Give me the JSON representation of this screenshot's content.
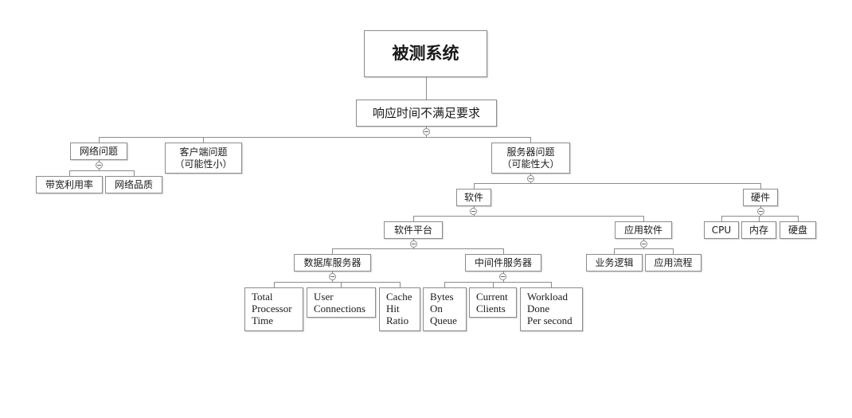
{
  "nodes": {
    "root": "被测系统",
    "response": "响应时间不满足要求",
    "network": "网络问题",
    "client": "客户端问题\n（可能性小）",
    "server": "服务器问题\n（可能性大）",
    "bandwidth": "带宽利用率",
    "net_quality": "网络品质",
    "software": "软件",
    "hardware": "硬件",
    "sw_platform": "软件平台",
    "app_software": "应用软件",
    "cpu": "CPU",
    "memory": "内存",
    "disk": "硬盘",
    "db_server": "数据库服务器",
    "middleware": "中间件服务器",
    "biz_logic": "业务逻辑",
    "app_flow": "应用流程",
    "total_proc": "Total\nProcessor\nTime",
    "user_conn": "User\nConnections",
    "cache_hit": "Cache\nHit\nRatio",
    "bytes_queue": "Bytes\nOn\nQueue",
    "cur_clients": "Current\nClients",
    "workload": "Workload\nDone\nPer second"
  }
}
